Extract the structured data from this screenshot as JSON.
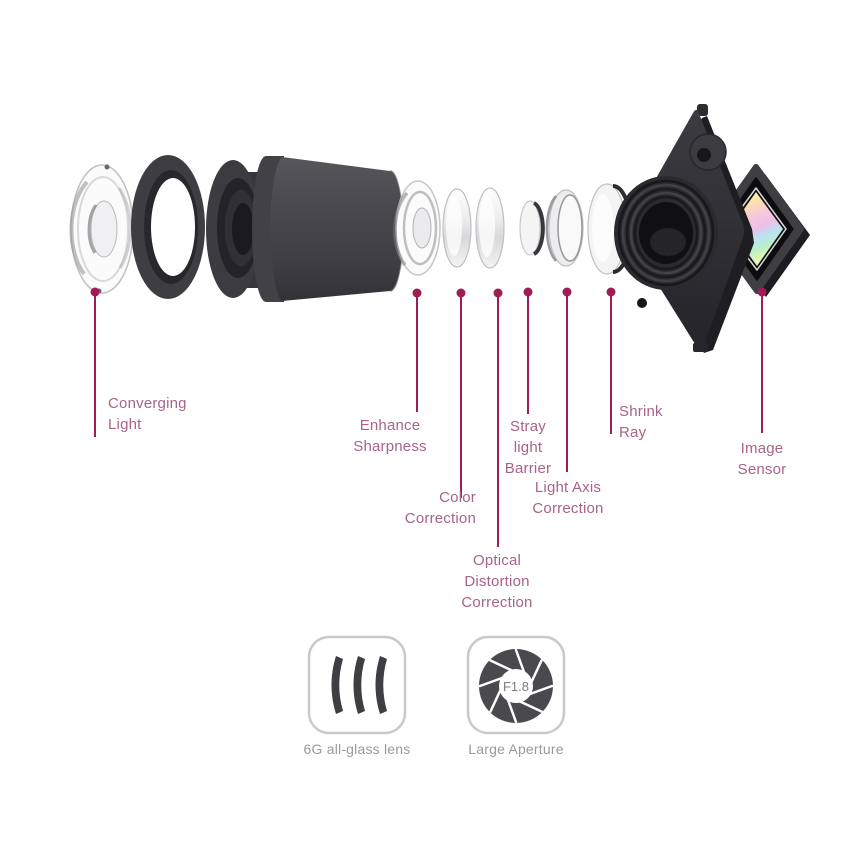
{
  "diagram": {
    "title_hint": "exploded camera lens module",
    "callouts": [
      {
        "id": "converging-light",
        "text": "Converging\nLight"
      },
      {
        "id": "enhance-sharpness",
        "text": "Enhance\nSharpness"
      },
      {
        "id": "color-correction",
        "text": "Color\nCorrection"
      },
      {
        "id": "optical-distortion-correction",
        "text": "Optical\nDistortion\nCorrection"
      },
      {
        "id": "stray-light-barrier",
        "text": "Stray\nlight\nBarrier"
      },
      {
        "id": "light-axis-correction",
        "text": "Light Axis\nCorrection"
      },
      {
        "id": "shrink-ray",
        "text": "Shrink\nRay"
      },
      {
        "id": "image-sensor",
        "text": "Image\nSensor"
      }
    ],
    "features": [
      {
        "icon": "lens-elements-icon",
        "label": "6G all-glass lens"
      },
      {
        "icon": "aperture-icon",
        "label": "Large Aperture",
        "badge": "F1.8"
      }
    ],
    "colors": {
      "leader_line": "#a01c55",
      "callout_text": "#a8638a",
      "feature_text": "#9a9a9a",
      "part_dark": "#3a3a3e",
      "background": "#ffffff"
    }
  }
}
